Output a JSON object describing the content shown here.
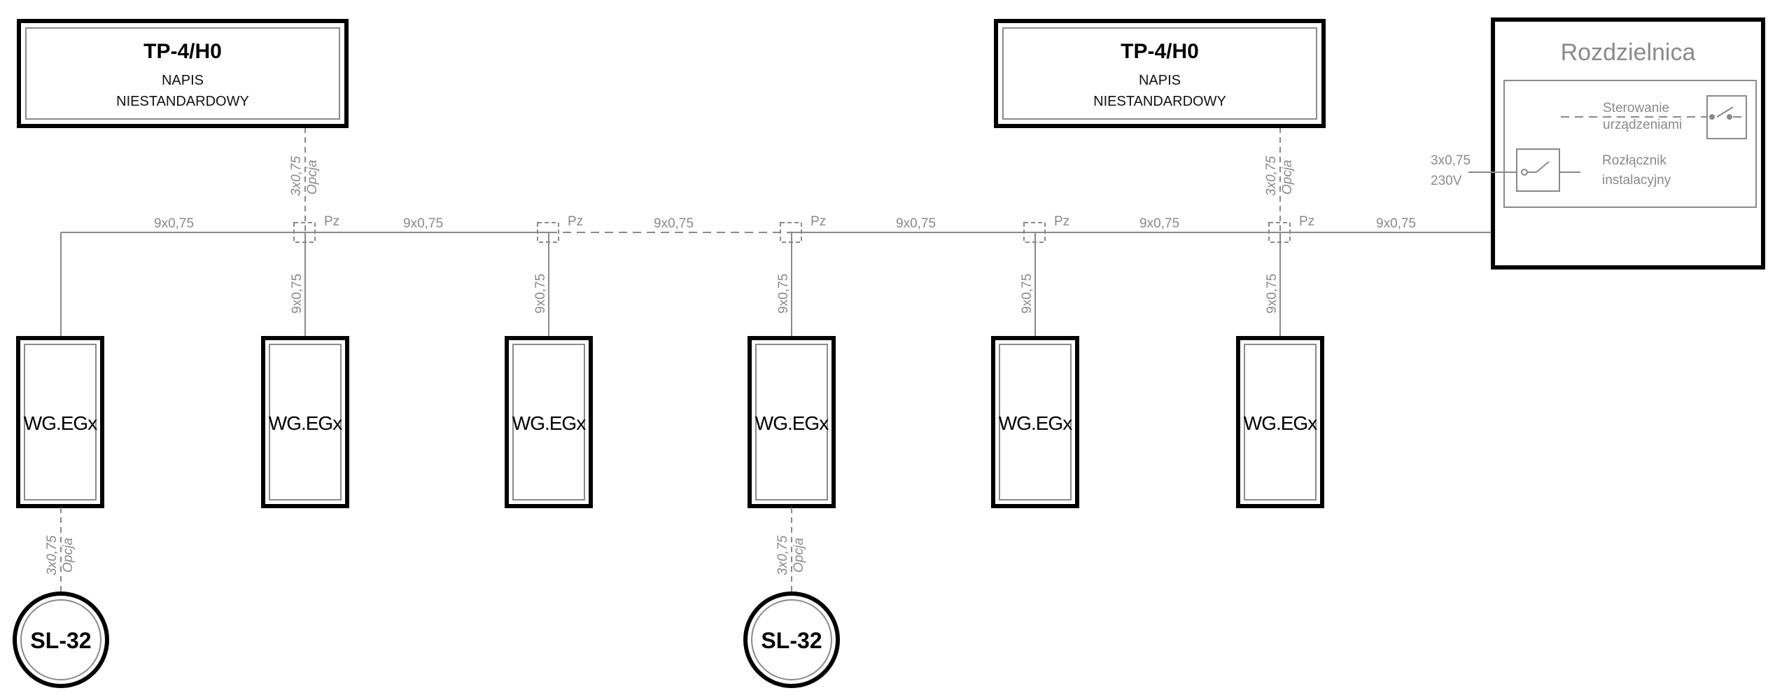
{
  "panels": [
    {
      "title": "TP-4/H0",
      "line1": "NAPIS",
      "line2": "NIESTANDARDOWY"
    },
    {
      "title": "TP-4/H0",
      "line1": "NAPIS",
      "line2": "NIESTANDARDOWY"
    }
  ],
  "bus_labels": [
    "9x0,75",
    "9x0,75",
    "9x0,75",
    "9x0,75",
    "9x0,75",
    "9x0,75"
  ],
  "pz_label": "Pz",
  "drop_label": "9x0,75",
  "option_cable": "3x0,75",
  "option_word": "Opcja",
  "wg_units": [
    "WG.EGx",
    "WG.EGx",
    "WG.EGx",
    "WG.EGx",
    "WG.EGx",
    "WG.EGx"
  ],
  "sensors": [
    "SL-32",
    "SL-32"
  ],
  "distribution": {
    "title": "Rozdzielnica",
    "control_line1": "Sterowanie",
    "control_line2": "urządzeniami",
    "switch_line1": "Rozłącznik",
    "switch_line2": "instalacyjny",
    "supply_cable": "3x0,75",
    "supply_voltage": "230V"
  }
}
